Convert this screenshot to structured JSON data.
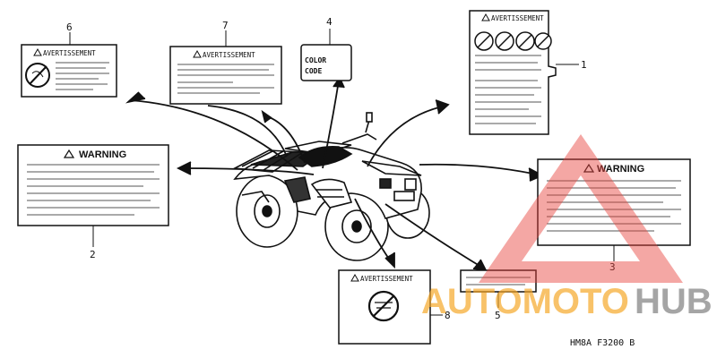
{
  "callouts": {
    "c1": "1",
    "c2": "2",
    "c3": "3",
    "c4": "4",
    "c5": "5",
    "c6": "6",
    "c7": "7",
    "c8": "8"
  },
  "labels": {
    "avert": "AVERTISSEMENT",
    "warning": "WARNING",
    "color_code_1": "COLOR",
    "color_code_2": "CODE"
  },
  "footer_code": "HM8A   F3200 B",
  "watermark": {
    "text_orange": "AUTOMOTO",
    "text_gray": "HUB",
    "color_triangle": "#e8413c",
    "color_orange": "#f5a623",
    "color_gray": "#8a8a8a"
  }
}
